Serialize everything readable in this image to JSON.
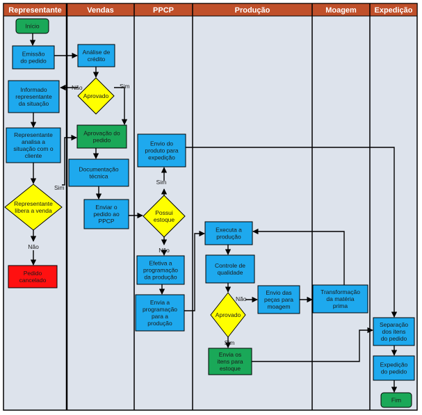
{
  "lanes": [
    {
      "id": "representante",
      "title": "Representante"
    },
    {
      "id": "vendas",
      "title": "Vendas"
    },
    {
      "id": "ppcp",
      "title": "PPCP"
    },
    {
      "id": "producao",
      "title": "Produção"
    },
    {
      "id": "moagem",
      "title": "Moagem"
    },
    {
      "id": "expedicao",
      "title": "Expedição"
    }
  ],
  "colors": {
    "header": "#c0502a",
    "lane_bg": "#dde3ec",
    "process": "#1ea9ee",
    "decision": "#ffff00",
    "terminal": "#1aa858",
    "cancel": "#ff1010",
    "line": "#000000"
  },
  "nodes": {
    "inicio": {
      "lines": [
        "Início"
      ]
    },
    "emissao": {
      "lines": [
        "Emissão",
        "do pedido"
      ]
    },
    "analise": {
      "lines": [
        "Análise de",
        "crédito"
      ]
    },
    "aprovado_vendas": {
      "lines": [
        "Aprovado"
      ]
    },
    "informado": {
      "lines": [
        "Informado",
        "representante",
        "da situação"
      ]
    },
    "aprovacao": {
      "lines": [
        "Aprovação do",
        "pedido"
      ]
    },
    "rep_analisa": {
      "lines": [
        "Representante",
        "analisa a",
        "situação com o",
        "cliente"
      ]
    },
    "documentacao": {
      "lines": [
        "Documentação",
        "técnica"
      ]
    },
    "rep_libera": {
      "lines": [
        "Representante",
        "libera a venda"
      ]
    },
    "enviar_pedido": {
      "lines": [
        "Enviar o",
        "pedido ao",
        "PPCP"
      ]
    },
    "possui_estoque": {
      "lines": [
        "Possui",
        "estoque"
      ]
    },
    "envio_produto": {
      "lines": [
        "Envio do",
        "produto para",
        "expedição"
      ]
    },
    "pedido_cancelado": {
      "lines": [
        "Pedido",
        "cancelado"
      ]
    },
    "efetiva": {
      "lines": [
        "Efetiva a",
        "programação",
        "da produção"
      ]
    },
    "envia_programacao": {
      "lines": [
        "Envia a",
        "programação",
        "para a",
        "produção"
      ]
    },
    "executa": {
      "lines": [
        "Executa a",
        "produção"
      ]
    },
    "controle": {
      "lines": [
        "Controle de",
        "qualidade"
      ]
    },
    "aprovado_producao": {
      "lines": [
        "Aprovado"
      ]
    },
    "envio_pecas": {
      "lines": [
        "Envio das",
        "peças para",
        "moagem"
      ]
    },
    "transformacao": {
      "lines": [
        "Transformação",
        "da matéria",
        "prima"
      ]
    },
    "envia_itens": {
      "lines": [
        "Envia os",
        "itens para",
        "estoque"
      ]
    },
    "separacao": {
      "lines": [
        "Separação",
        "dos itens",
        "do pedido"
      ]
    },
    "expedicao_pedido": {
      "lines": [
        "Expedição",
        "do pedido"
      ]
    },
    "fim": {
      "lines": [
        "Fim"
      ]
    }
  },
  "edge_labels": {
    "nao_aprovado_vendas": "Não",
    "sim_aprovado_vendas": "Sim",
    "sim_rep_libera": "Sim",
    "nao_rep_libera": "Não",
    "sim_possui_estoque": "Sim",
    "nao_possui_estoque": "Não",
    "nao_aprovado_producao": "Não",
    "sim_aprovado_producao": "Sim"
  }
}
